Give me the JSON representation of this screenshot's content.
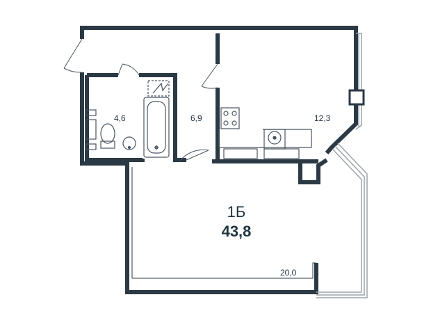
{
  "plan": {
    "unit_type": "1Б",
    "total_area": "43,8",
    "rooms": [
      {
        "id": "bathroom",
        "area": "4,6"
      },
      {
        "id": "hallway",
        "area": "6,9"
      },
      {
        "id": "kitchen",
        "area": "12,3"
      },
      {
        "id": "living-room",
        "area": "20,0"
      }
    ],
    "colors": {
      "wall": "#2b3945",
      "fixture": "#4a5560",
      "window": "#9aa3aa",
      "text": "#1f3340"
    }
  }
}
